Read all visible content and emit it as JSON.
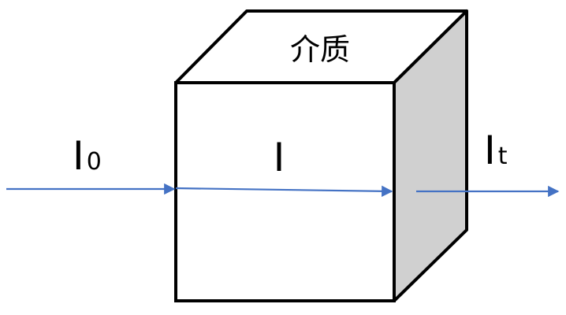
{
  "labels": {
    "medium": "介质",
    "incident": "I",
    "incident_sub": "0",
    "inside": "I",
    "transmitted": "I",
    "transmitted_sub": "t"
  },
  "colors": {
    "arrow": "#4472c4",
    "side_face": "#d0d0d0",
    "front_face": "#ffffff",
    "top_face": "#ffffff",
    "outline": "#000000"
  }
}
